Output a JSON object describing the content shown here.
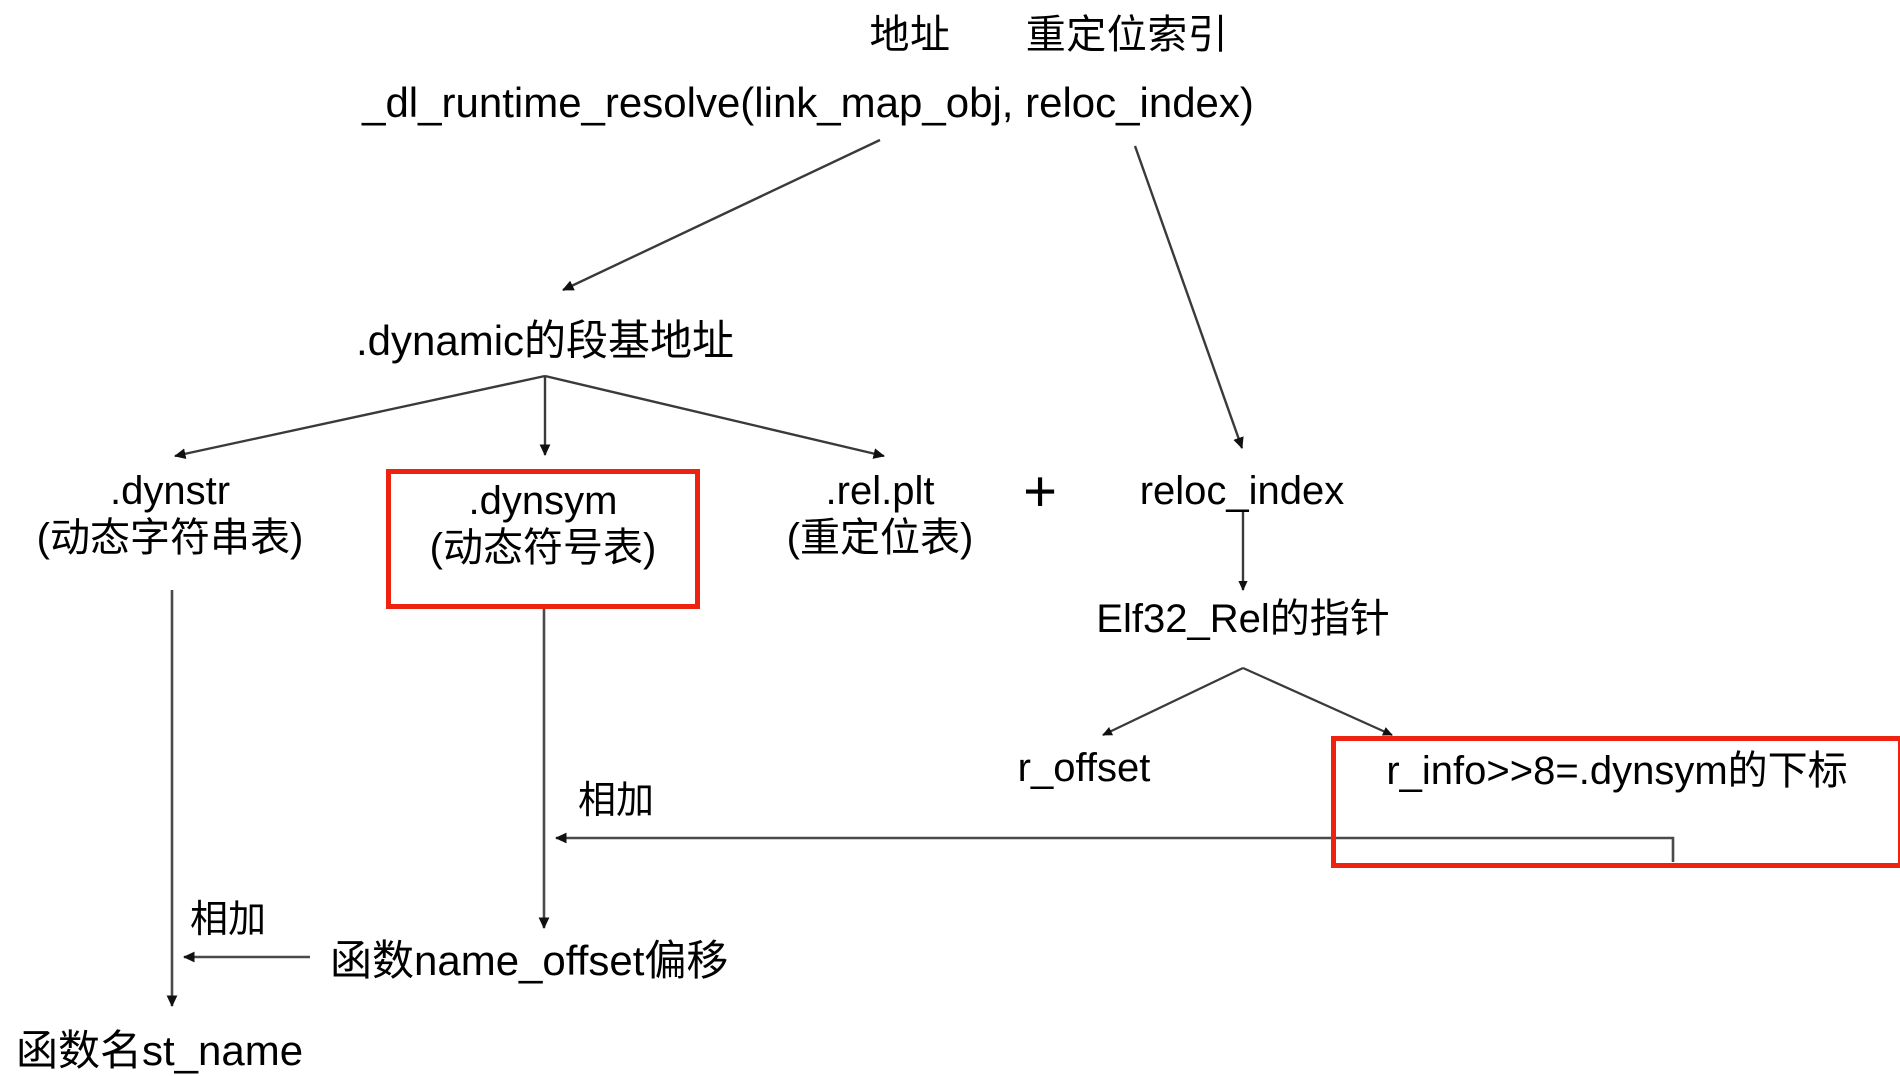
{
  "diagram": {
    "title_annotations": {
      "address_label": "地址",
      "reloc_index_label": "重定位索引"
    },
    "root": {
      "signature": "_dl_runtime_resolve(link_map_obj, reloc_index)"
    },
    "nodes": {
      "dynamic_base": ".dynamic的段基地址",
      "dynstr_name": ".dynstr",
      "dynstr_desc": "(动态字符串表)",
      "dynsym_name": ".dynsym",
      "dynsym_desc": "(动态符号表)",
      "relplt_name": ".rel.plt",
      "relplt_desc": "(重定位表)",
      "plus_operator": "+",
      "reloc_index": "reloc_index",
      "elf32_rel_ptr": "Elf32_Rel的指针",
      "r_offset": "r_offset",
      "r_info_expr": "r_info>>8=.dynsym的下标",
      "name_offset": "函数name_offset偏移",
      "func_name": "函数名st_name"
    },
    "edge_labels": {
      "add_right": "相加",
      "add_left": "相加"
    },
    "colors": {
      "highlight_border": "#ee2211",
      "line": "#404040",
      "text": "#000000",
      "background": "#ffffff"
    }
  }
}
